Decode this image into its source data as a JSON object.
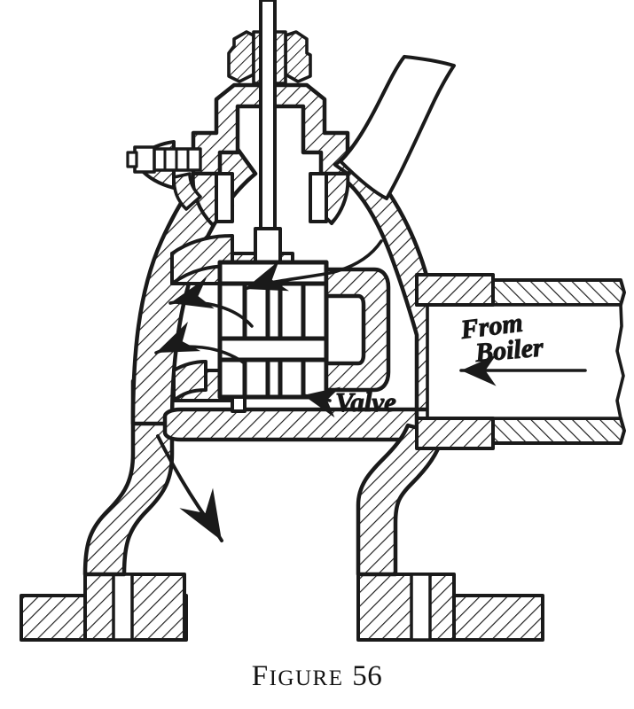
{
  "figure": {
    "caption_lead": "F",
    "caption_rest": "IGURE",
    "caption_number": "56",
    "caption_full": "FIGURE 56",
    "title": "Cross-section of a steam stop valve",
    "background_color": "#ffffff",
    "ink_color": "#1a1a1a"
  },
  "labels": {
    "inlet_line1": "From",
    "inlet_line2": "Boiler",
    "valve": "Valve"
  },
  "annotations": {
    "inlet_arrow": "arrow-left",
    "valve_pointer": "arrow-left",
    "flow_arrow_upper": "curved-arrow-left",
    "flow_arrow_middle": "curved-arrow-left",
    "flow_arrow_lower": "curved-arrow-down"
  },
  "parts": {
    "stem": "valve-stem",
    "gland_nut": "gland-nut",
    "bonnet": "bonnet",
    "side_plug": "side-plug-fitting",
    "outlet_branch": "outlet-branch-pipe",
    "valve_cage": "valve-cage",
    "inlet_pipe": "inlet-pipe",
    "left_leg": "left-leg",
    "right_leg": "right-leg",
    "left_foot": "left-foot-flange",
    "right_foot": "right-foot-flange",
    "base_slab_left": "base-slab-left",
    "base_slab_right": "base-slab-right",
    "bolt_left": "foundation-bolt-left",
    "bolt_right": "foundation-bolt-right"
  }
}
